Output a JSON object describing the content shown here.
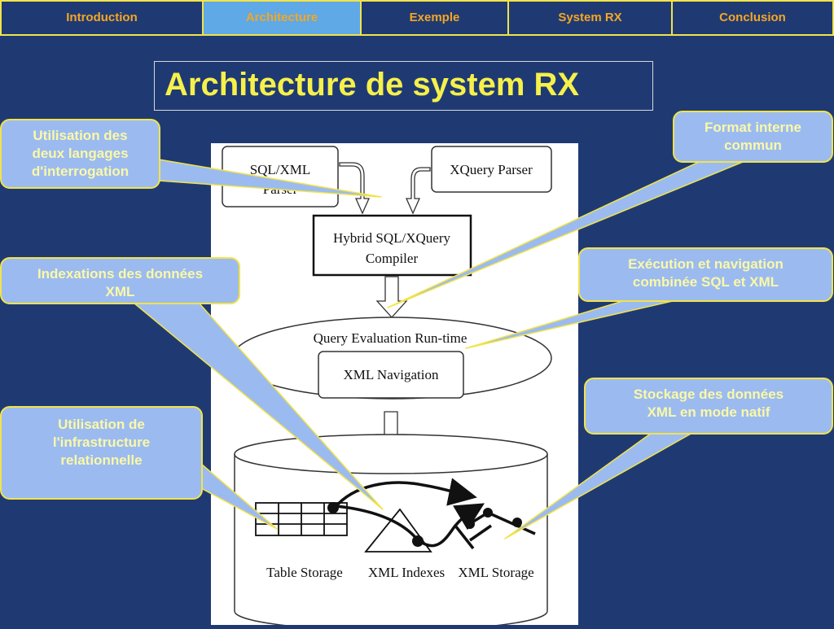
{
  "nav": {
    "tabs": [
      {
        "label": "Introduction"
      },
      {
        "label": "Architecture"
      },
      {
        "label": "Exemple"
      },
      {
        "label": "System RX"
      },
      {
        "label": "Conclusion"
      }
    ],
    "active_index": 1
  },
  "slide": {
    "title": "Architecture de system RX"
  },
  "diagram": {
    "sqlxml_parser": [
      "SQL/XML",
      "Parser"
    ],
    "xquery_parser": "XQuery Parser",
    "compiler": [
      "Hybrid SQL/XQuery",
      "Compiler"
    ],
    "runtime": "Query Evaluation Run-time",
    "xml_navigation": "XML Navigation",
    "table_storage": "Table Storage",
    "xml_indexes": "XML Indexes",
    "xml_storage": "XML Storage"
  },
  "callouts": {
    "langages": [
      "Utilisation des",
      "deux langages",
      "d'interrogation"
    ],
    "format": [
      "Format interne",
      "commun"
    ],
    "indexation": [
      "Indexations des données",
      "XML"
    ],
    "execution": [
      "Exécution et navigation",
      "combinée  SQL et XML"
    ],
    "infrastructure": [
      "Utilisation de",
      "l'infrastructure",
      "relationnelle"
    ],
    "stockage": [
      "Stockage des données",
      "XML en mode natif"
    ]
  },
  "colors": {
    "background": "#1f3a73",
    "nav_text": "#f5a623",
    "nav_active_bg": "#5ea9e6",
    "border_yellow": "#f2e34a",
    "title_text": "#f6f04a",
    "callout_fill": "#9bbbf0",
    "callout_text": "#fbf8a6"
  }
}
